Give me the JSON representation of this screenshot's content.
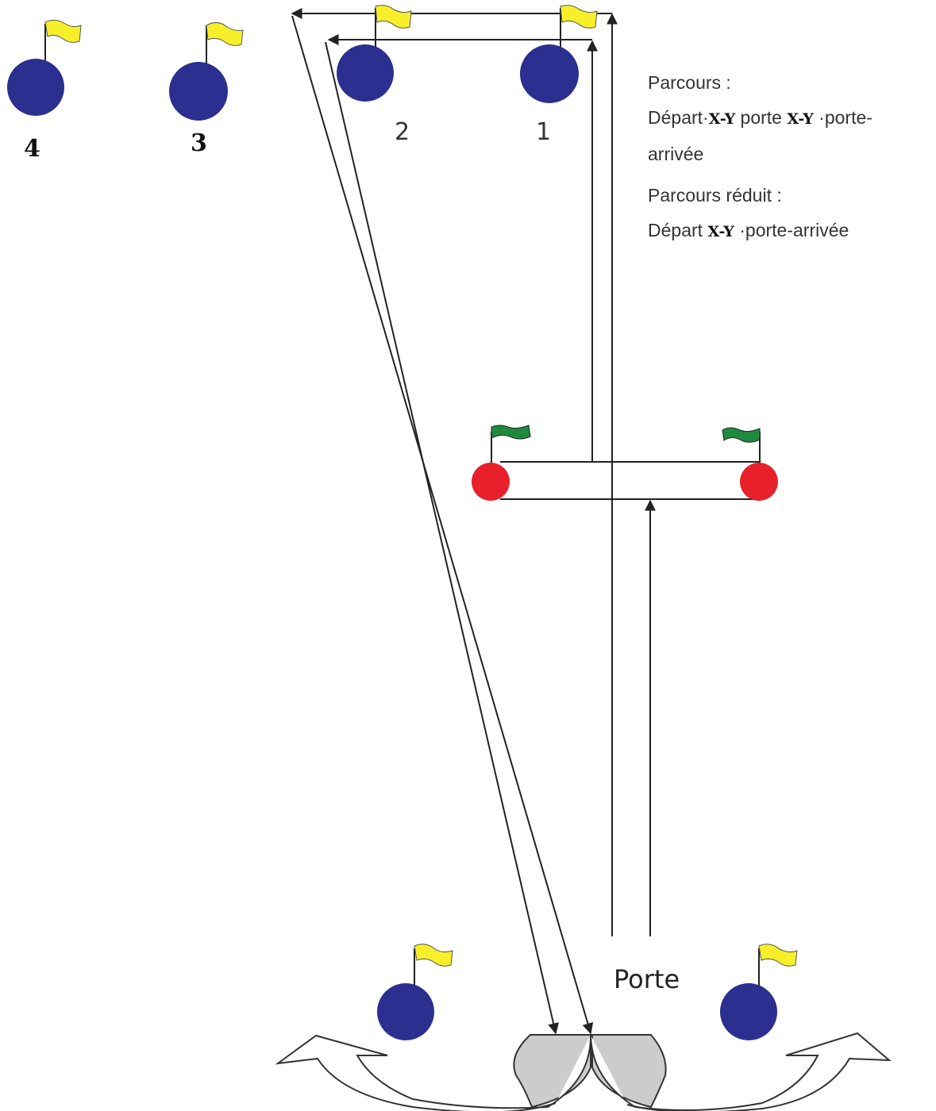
{
  "colors": {
    "buoy_blue": "#2b2f8f",
    "buoy_red": "#e8202a",
    "flag_yellow": "#f7ef2a",
    "flag_green": "#1f8a3e",
    "line": "#222222",
    "gate_fill": "#cccccc"
  },
  "buoy_labels": {
    "buoy_4": "4",
    "buoy_3": "3",
    "buoy_2": "2",
    "buoy_1": "1"
  },
  "porte_label": "Porte",
  "legend": {
    "parcours_title": "Parcours :",
    "parcours_part1": "Départ·",
    "parcours_xy1": "X-Y",
    "parcours_part2": " porte ",
    "parcours_xy2": "X-Y",
    "parcours_part3": " ·porte-",
    "parcours_part4": "arrivée",
    "reduit_title": "Parcours réduit :",
    "reduit_part1": "Départ ",
    "reduit_xy": "X-Y",
    "reduit_part2": " ·porte-arrivée"
  }
}
